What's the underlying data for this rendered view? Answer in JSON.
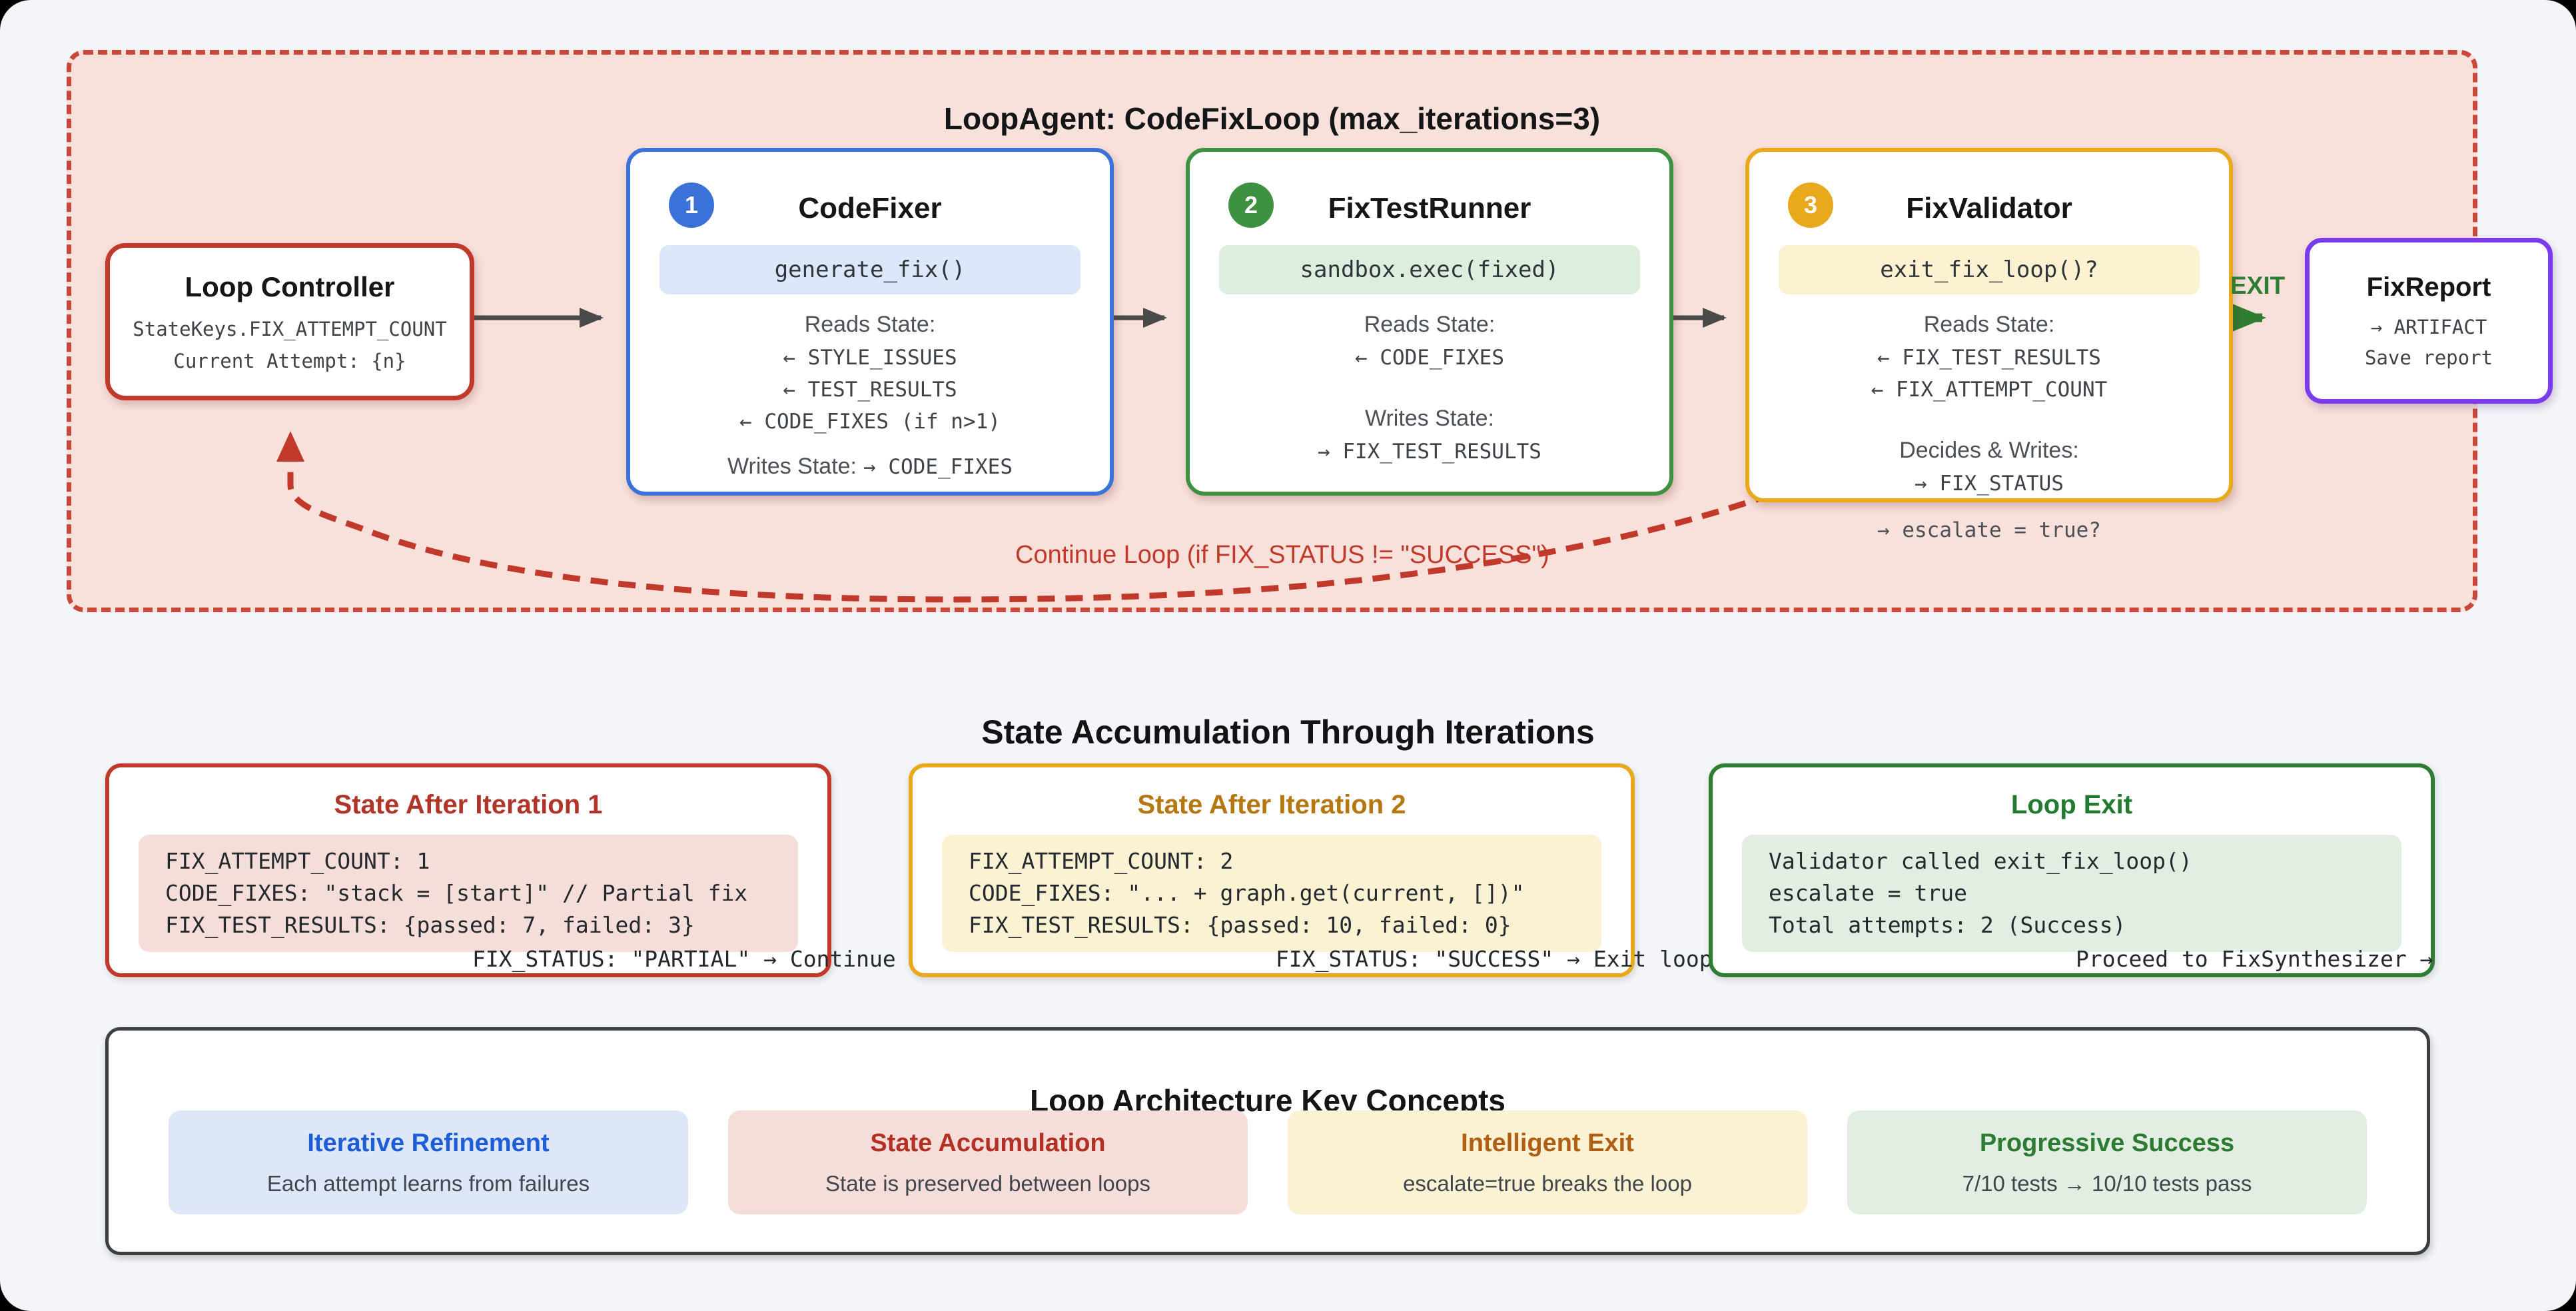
{
  "loop": {
    "title": "LoopAgent: CodeFixLoop (max_iterations=3)",
    "exit_label": "EXIT",
    "continue_label": "Continue Loop (if FIX_STATUS != \"SUCCESS\")",
    "controller": {
      "title": "Loop Controller",
      "line1": "StateKeys.FIX_ATTEMPT_COUNT",
      "line2": "Current Attempt: {n}"
    },
    "agents": [
      {
        "badge": "1",
        "title": "CodeFixer",
        "method": "generate_fix()",
        "reads_label": "Reads State:",
        "reads": [
          "← STYLE_ISSUES",
          "← TEST_RESULTS",
          "← CODE_FIXES (if n>1)"
        ],
        "writes_label": "Writes State:",
        "writes_inline": "→ CODE_FIXES"
      },
      {
        "badge": "2",
        "title": "FixTestRunner",
        "method": "sandbox.exec(fixed)",
        "reads_label": "Reads State:",
        "reads": [
          "← CODE_FIXES"
        ],
        "writes_label": "Writes State:",
        "writes": [
          "→ FIX_TEST_RESULTS"
        ]
      },
      {
        "badge": "3",
        "title": "FixValidator",
        "method": "exit_fix_loop()?",
        "reads_label": "Reads State:",
        "reads": [
          "← FIX_TEST_RESULTS",
          "← FIX_ATTEMPT_COUNT"
        ],
        "writes_label": "Decides & Writes:",
        "writes": [
          "→ FIX_STATUS"
        ],
        "overflow_line": "→ escalate = true?"
      }
    ],
    "report": {
      "title": "FixReport",
      "line1": "→ ARTIFACT",
      "line2": "Save report"
    }
  },
  "state_section": {
    "title": "State Accumulation Through Iterations",
    "cards": [
      {
        "title": "State After Iteration 1",
        "code": [
          "FIX_ATTEMPT_COUNT: 1",
          "CODE_FIXES: \"stack = [start]\" // Partial fix",
          "FIX_TEST_RESULTS: {passed: 7, failed: 3}"
        ],
        "overflow": "FIX_STATUS: \"PARTIAL\" → Continue loop"
      },
      {
        "title": "State After Iteration 2",
        "code": [
          "FIX_ATTEMPT_COUNT: 2",
          "CODE_FIXES: \"... + graph.get(current, [])\"",
          "FIX_TEST_RESULTS: {passed: 10, failed: 0}"
        ],
        "overflow": "FIX_STATUS: \"SUCCESS\" → Exit loop"
      },
      {
        "title": "Loop Exit",
        "code": [
          "Validator called exit_fix_loop()",
          "escalate = true",
          "Total attempts: 2 (Success)"
        ],
        "overflow": "Proceed to FixSynthesizer →"
      }
    ]
  },
  "concepts": {
    "title": "Loop Architecture Key Concepts",
    "items": [
      {
        "title": "Iterative Refinement",
        "desc": "Each attempt learns from failures"
      },
      {
        "title": "State Accumulation",
        "desc": "State is preserved between loops"
      },
      {
        "title": "Intelligent Exit",
        "desc": "escalate=true breaks the loop"
      },
      {
        "title": "Progressive Success",
        "desc": "7/10 tests → 10/10 tests pass"
      }
    ]
  },
  "colors": {
    "loop_red": "#c0392b",
    "agent_blue": "#3b72d9",
    "agent_green": "#3f9142",
    "agent_amber": "#e8a91c",
    "report_purple": "#7c3aed",
    "exit_green": "#2e7d32",
    "container_pink": "#f8e0db"
  }
}
